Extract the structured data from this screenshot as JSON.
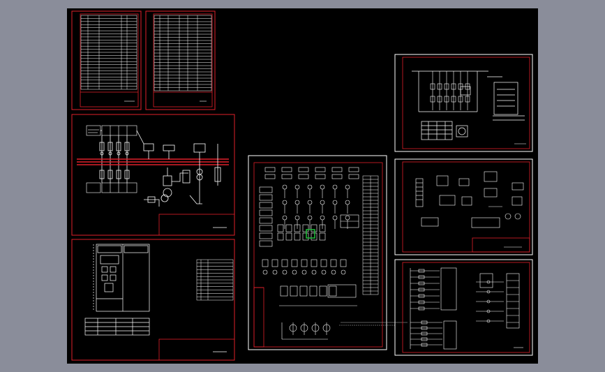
{
  "colors": {
    "backdrop": "#8a8d9a",
    "sheet": "#000000",
    "border": "#e0202a",
    "line": "#ffffff",
    "bus": "#e0202a",
    "highlight": "#1fbf3a",
    "dimension": "#b8b8b8"
  },
  "sheets": [
    {
      "name": "sheet-component-list-1",
      "kind": "table"
    },
    {
      "name": "sheet-component-list-2",
      "kind": "table"
    },
    {
      "name": "sheet-primary-wiring",
      "kind": "schematic"
    },
    {
      "name": "sheet-cabinet-layout",
      "kind": "cabinet"
    },
    {
      "name": "sheet-main-control-schematic",
      "kind": "schematic"
    },
    {
      "name": "sheet-single-line",
      "kind": "schematic"
    },
    {
      "name": "sheet-terminal-details",
      "kind": "schematic"
    },
    {
      "name": "sheet-control-circuit",
      "kind": "schematic"
    }
  ]
}
